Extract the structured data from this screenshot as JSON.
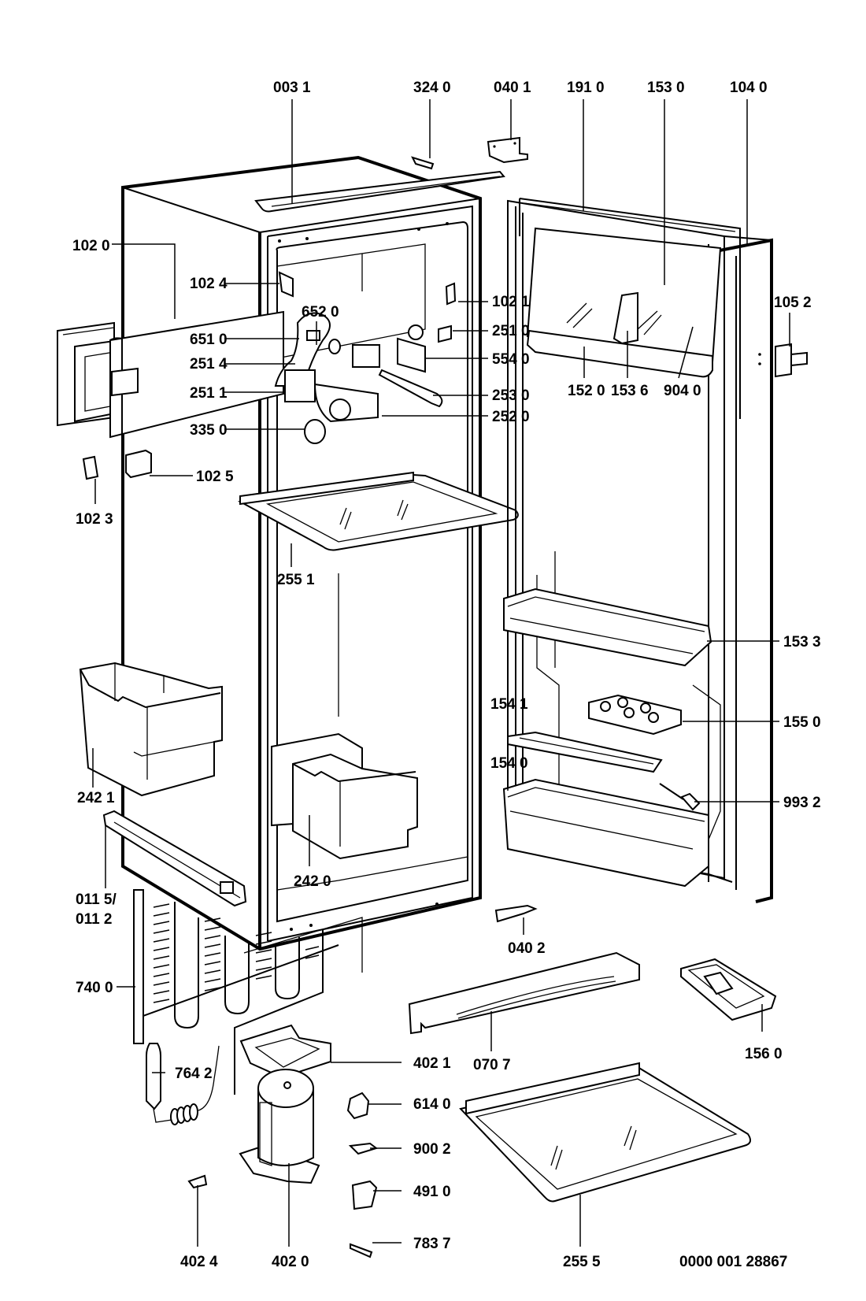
{
  "drawing": {
    "title": "Refrigerator exploded parts diagram",
    "drawing_number": "0000 001 28867",
    "ink_color": "#000000",
    "background_color": "#ffffff"
  },
  "labels": {
    "p0031": "003 1",
    "p3240": "324 0",
    "p0401": "040 1",
    "p1910": "191 0",
    "p1530": "153 0",
    "p1040": "104 0",
    "p1020": "102 0",
    "p1024": "102 4",
    "p1021": "102 1",
    "p6520": "652 0",
    "p6510": "651 0",
    "p2510": "251 0",
    "p2514": "251 4",
    "p5540": "554 0",
    "p2511": "251 1",
    "p2530": "253 0",
    "p2520": "252 0",
    "p3350": "335 0",
    "p1025": "102 5",
    "p1023": "102 3",
    "p2551": "255 1",
    "p1052": "105 2",
    "p1520": "152 0",
    "p1536": "153 6",
    "p9040": "904 0",
    "p1533": "153 3",
    "p1541": "154 1",
    "p1550": "155 0",
    "p1540": "154 0",
    "p9932": "993 2",
    "p2421": "242 1",
    "p2420": "242 0",
    "p0115a": "011 5/",
    "p0115b": "011 2",
    "p0402": "040 2",
    "p7400": "740 0",
    "p0707": "070 7",
    "p1560": "156 0",
    "p7642": "764 2",
    "p4021": "402 1",
    "p6140": "614 0",
    "p9002": "900 2",
    "p4910": "491 0",
    "p7837": "783 7",
    "p4024": "402 4",
    "p4020": "402 0",
    "p2555": "255 5"
  }
}
